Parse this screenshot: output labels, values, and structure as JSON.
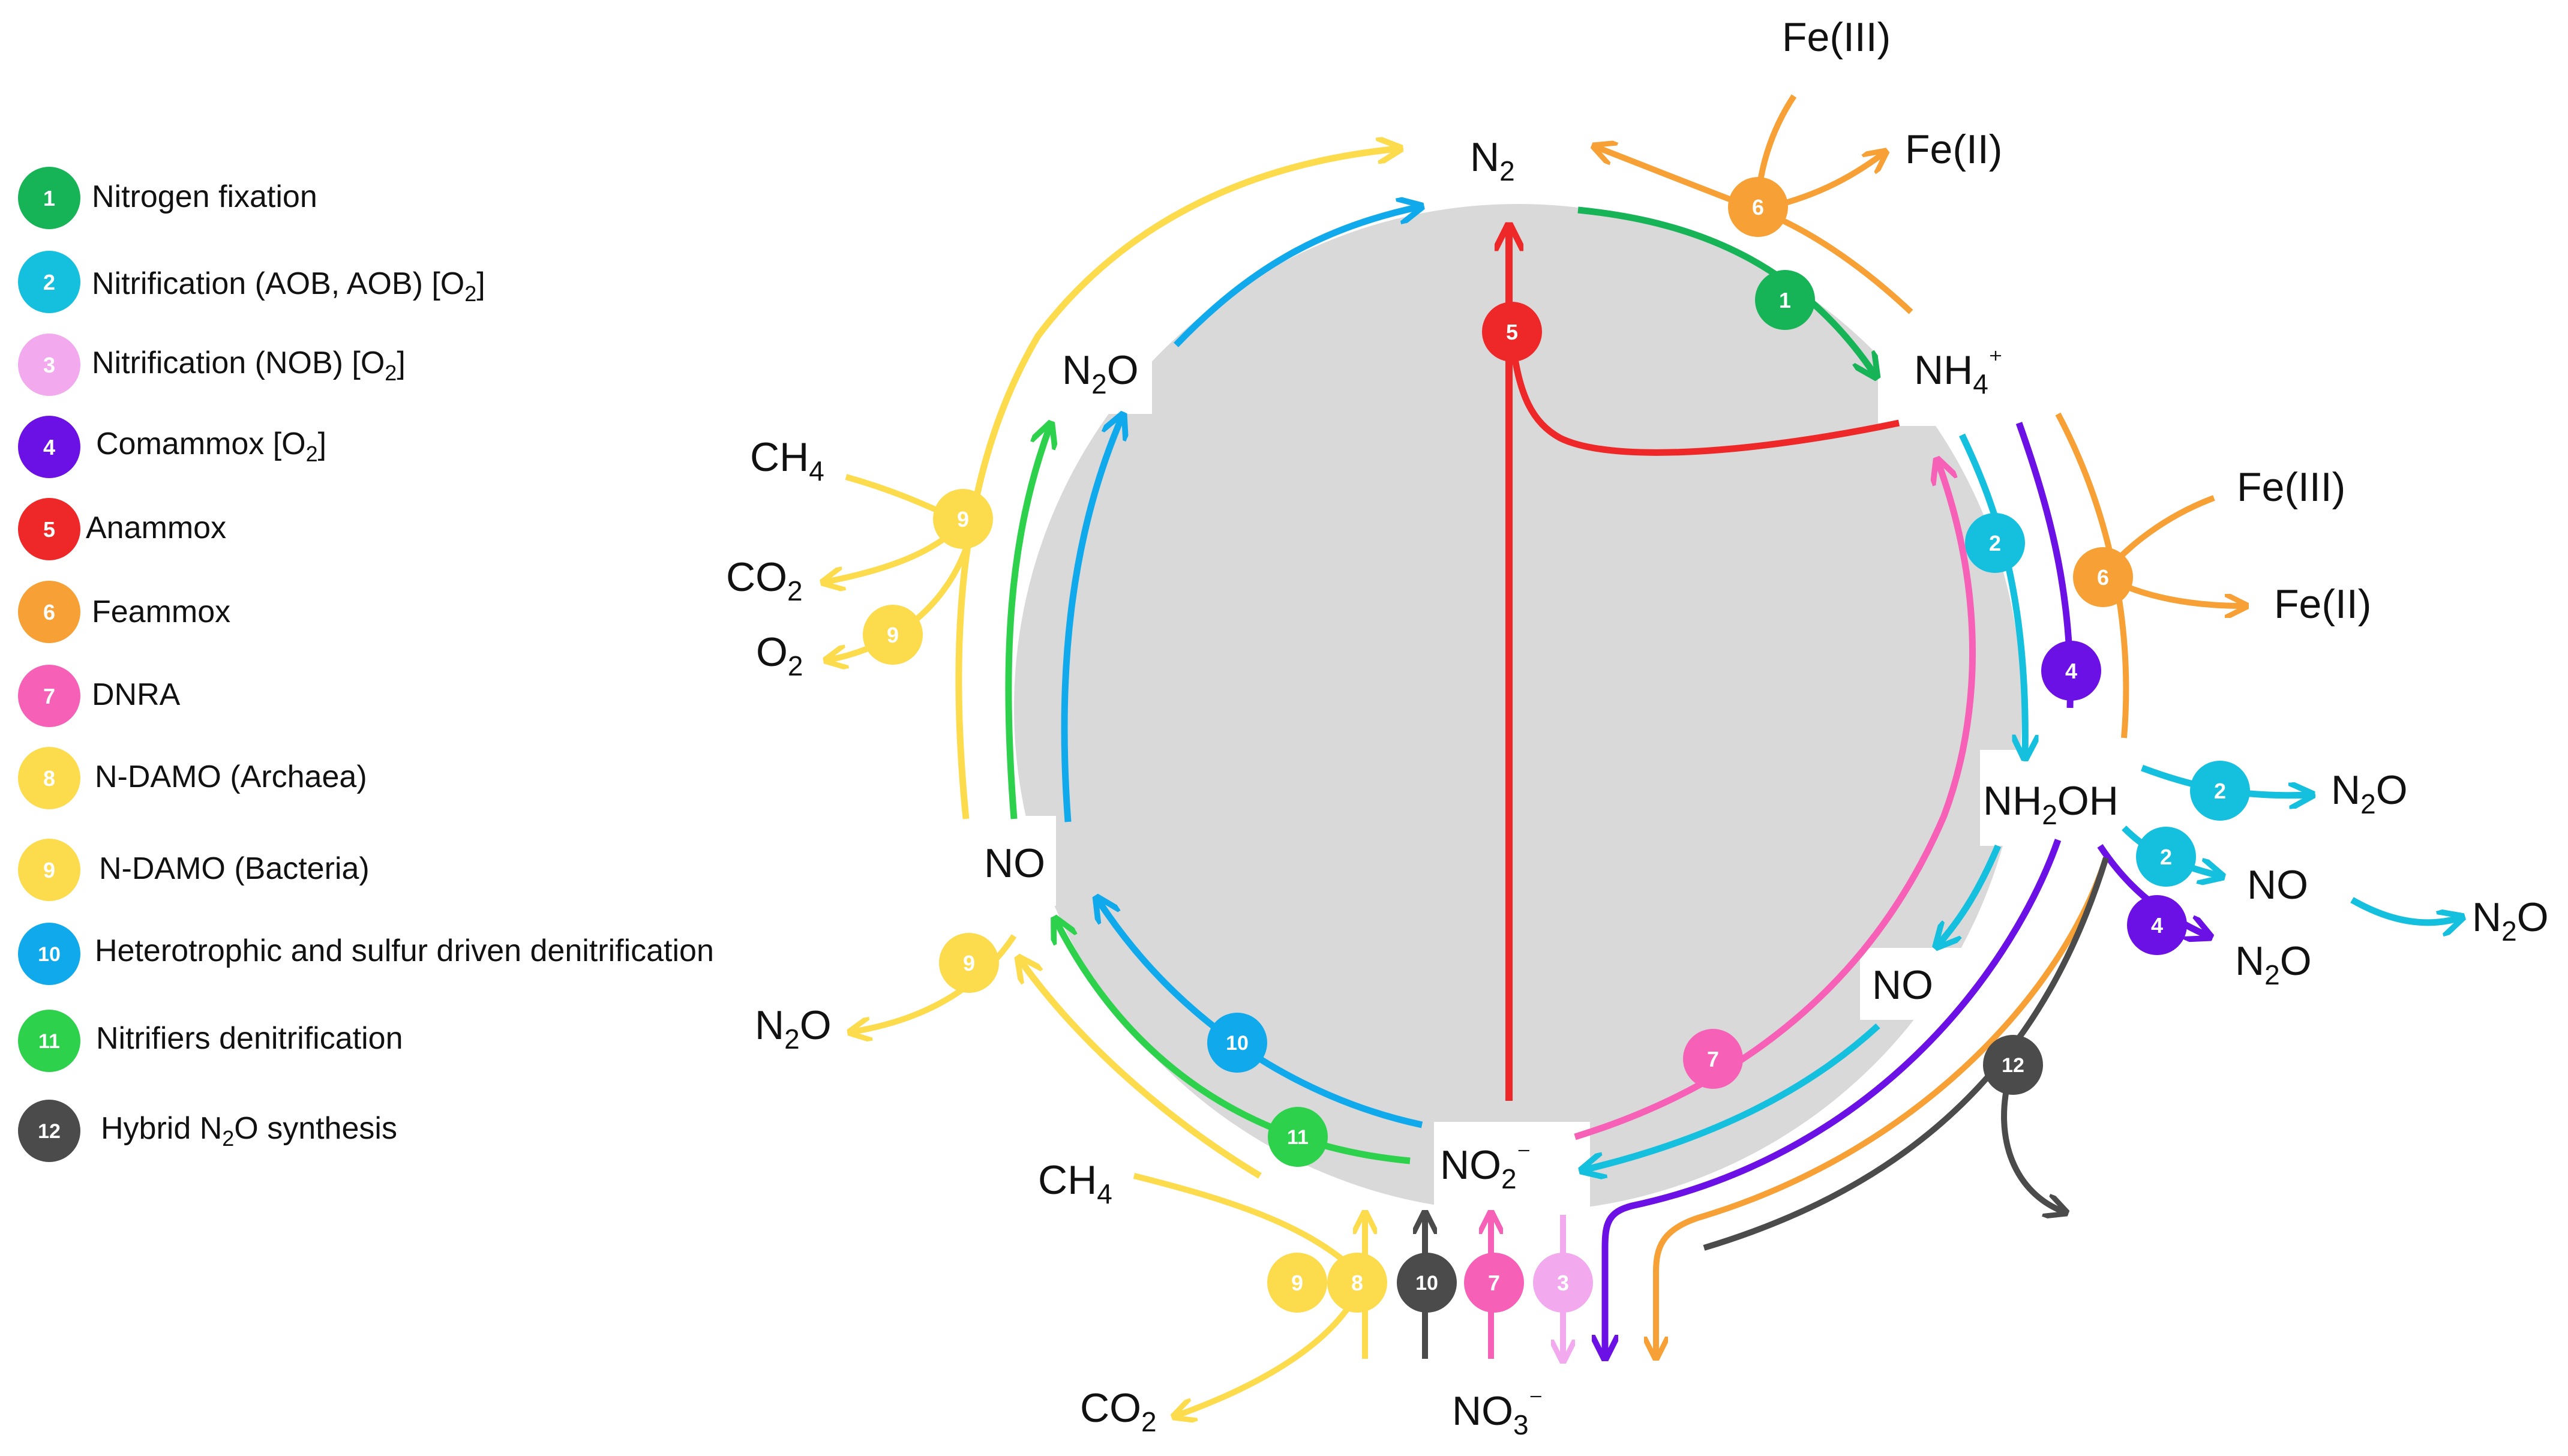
{
  "colors": {
    "p1": "#17b357",
    "p2": "#14c0de",
    "p3": "#f2a9ee",
    "p4": "#6c11e6",
    "p5": "#ee2828",
    "p6": "#f7a035",
    "p7": "#f760b7",
    "p8": "#fcdc4c",
    "p9": "#fcdc4c",
    "p10": "#10a9ec",
    "p11": "#2dd14b",
    "p12": "#4b4b4b",
    "core": "#d9d9d9"
  },
  "legend": [
    {
      "num": "1",
      "text": "Nitrogen fixation",
      "color": "p1"
    },
    {
      "num": "2",
      "text": "Nitrification (AOB, AOB) [O",
      "sub": "2",
      "after": "]",
      "color": "p2"
    },
    {
      "num": "3",
      "text": "Nitrification (NOB) [O",
      "sub": "2",
      "after": "]",
      "color": "p3"
    },
    {
      "num": "4",
      "text": "Comammox [O",
      "sub": "2",
      "after": "]",
      "color": "p4"
    },
    {
      "num": "5",
      "text": "Anammox",
      "color": "p5"
    },
    {
      "num": "6",
      "text": "Feammox",
      "color": "p6"
    },
    {
      "num": "7",
      "text": "DNRA",
      "color": "p7"
    },
    {
      "num": "8",
      "text": "N-DAMO (Archaea)",
      "color": "p8"
    },
    {
      "num": "9",
      "text": "N-DAMO (Bacteria)",
      "color": "p9"
    },
    {
      "num": "10",
      "text": "Heterotrophic and sulfur driven denitrification",
      "color": "p10"
    },
    {
      "num": "11",
      "text": "Nitrifiers denitrification",
      "color": "p11"
    },
    {
      "num": "12",
      "text": "Hybrid N",
      "sub": "2",
      "after": "O synthesis",
      "color": "p12"
    }
  ],
  "species": {
    "n2": {
      "main": "N",
      "sub": "2",
      "after": ""
    },
    "nh4": {
      "main": "NH",
      "sub": "4",
      "after": "⁺"
    },
    "nh2oh": {
      "main": "NH",
      "sub": "2",
      "after": "OH"
    },
    "no2": {
      "main": "NO",
      "sub": "2",
      "after": "⁻"
    },
    "no3": {
      "main": "NO",
      "sub": "3",
      "after": "⁻"
    },
    "n2o_left": {
      "main": "N",
      "sub": "2",
      "after": "O"
    },
    "no_left": {
      "main": "NO",
      "sub": "",
      "after": ""
    },
    "no_inner_right": {
      "main": "NO",
      "sub": "",
      "after": ""
    },
    "fe3_top": {
      "main": "Fe(III)",
      "sub": "",
      "after": ""
    },
    "fe2_top": {
      "main": "Fe(II)",
      "sub": "",
      "after": ""
    },
    "fe3_right": {
      "main": "Fe(III)",
      "sub": "",
      "after": ""
    },
    "fe2_right": {
      "main": "Fe(II)",
      "sub": "",
      "after": ""
    },
    "ch4_left": {
      "main": "CH",
      "sub": "4",
      "after": ""
    },
    "co2_left": {
      "main": "CO",
      "sub": "2",
      "after": ""
    },
    "o2_left": {
      "main": "O",
      "sub": "2",
      "after": ""
    },
    "n2o_far_left": {
      "main": "N",
      "sub": "2",
      "after": "O"
    },
    "ch4_bottom": {
      "main": "CH",
      "sub": "4",
      "after": ""
    },
    "co2_bottom": {
      "main": "CO",
      "sub": "2",
      "after": ""
    },
    "n2o_r1": {
      "main": "N",
      "sub": "2",
      "after": "O"
    },
    "no_r": {
      "main": "NO",
      "sub": "",
      "after": ""
    },
    "n2o_r2": {
      "main": "N",
      "sub": "2",
      "after": "O"
    },
    "n2o_r3": {
      "main": "N",
      "sub": "2",
      "after": "O"
    }
  },
  "pathway_badges": {
    "b1": {
      "num": "1",
      "color": "p1"
    },
    "b2a": {
      "num": "2",
      "color": "p2"
    },
    "b2b": {
      "num": "2",
      "color": "p2"
    },
    "b2c": {
      "num": "2",
      "color": "p2"
    },
    "b3": {
      "num": "3",
      "color": "p3"
    },
    "b4a": {
      "num": "4",
      "color": "p4"
    },
    "b4b": {
      "num": "4",
      "color": "p4"
    },
    "b5": {
      "num": "5",
      "color": "p5"
    },
    "b6a": {
      "num": "6",
      "color": "p6"
    },
    "b6b": {
      "num": "6",
      "color": "p6"
    },
    "b7a": {
      "num": "7",
      "color": "p7"
    },
    "b7b": {
      "num": "7",
      "color": "p7"
    },
    "b8": {
      "num": "8",
      "color": "p8"
    },
    "b9a": {
      "num": "9",
      "color": "p9"
    },
    "b9b": {
      "num": "9",
      "color": "p9"
    },
    "b9c": {
      "num": "9",
      "color": "p9"
    },
    "b9d": {
      "num": "9",
      "color": "p9"
    },
    "b10a": {
      "num": "10",
      "color": "p10"
    },
    "b10b": {
      "num": "10",
      "color": "p12"
    },
    "b11": {
      "num": "11",
      "color": "p11"
    },
    "b12": {
      "num": "12",
      "color": "p12"
    }
  }
}
